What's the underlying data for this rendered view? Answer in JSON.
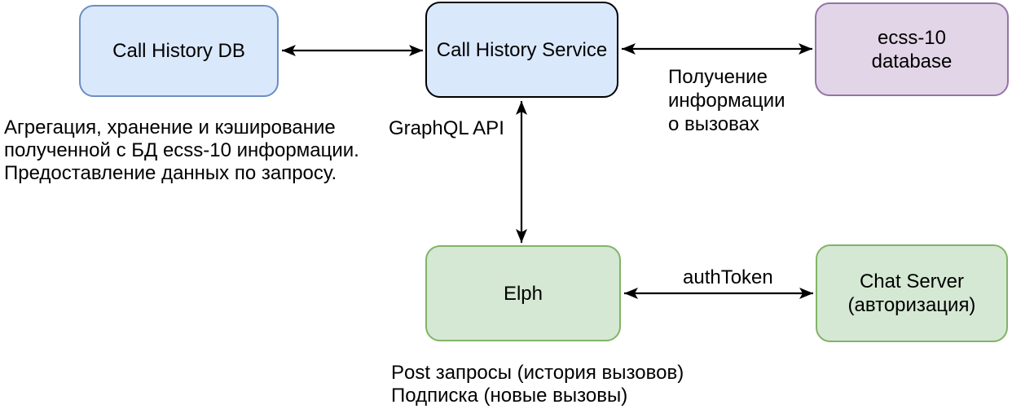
{
  "diagram": {
    "nodes": {
      "call_history_db": {
        "label": "Call History DB",
        "fill": "#dae8fc",
        "border": "#6c8ebf"
      },
      "call_history_service": {
        "label": "Call History Service",
        "fill": "#dae8fc",
        "border": "#000000"
      },
      "ecss10_database": {
        "label": "ecss-10\ndatabase",
        "fill": "#e1d5e7",
        "border": "#9673a6"
      },
      "elph": {
        "label": "Elph",
        "fill": "#d5e8d4",
        "border": "#82b366"
      },
      "chat_server": {
        "label": "Chat Server\n(авторизация)",
        "fill": "#d5e8d4",
        "border": "#82b366"
      }
    },
    "edge_labels": {
      "graphql_api": "GraphQL API",
      "call_info": "Получение\nинформации\nо вызовах",
      "auth_token": "authToken"
    },
    "annotations": {
      "db_note": "Агрегация, хранение и кэширование\nполученной с БД ecss-10 информации.\nПредоставление данных по запросу.",
      "elph_note": "Post запросы (история вызовов)\nПодписка (новые вызовы)"
    },
    "colors": {
      "arrow": "#000000",
      "text": "#000000",
      "background": "#ffffff"
    }
  }
}
